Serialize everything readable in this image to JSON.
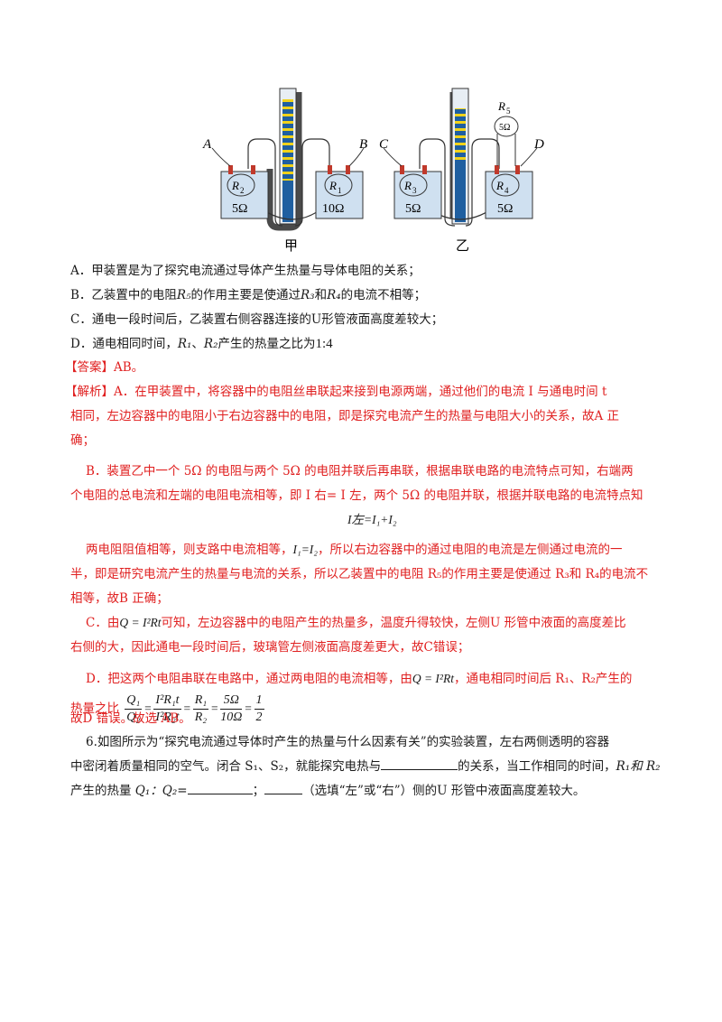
{
  "figure": {
    "left_apparatus_caption": "甲",
    "right_apparatus_caption": "乙",
    "labels": {
      "A": "A",
      "B": "B",
      "C": "C",
      "D": "D"
    },
    "resistors": {
      "r2": {
        "name": "R",
        "sub": "2",
        "value": "5Ω"
      },
      "r1": {
        "name": "R",
        "sub": "1",
        "value": "10Ω"
      },
      "r3": {
        "name": "R",
        "sub": "3",
        "value": "5Ω"
      },
      "r4": {
        "name": "R",
        "sub": "4",
        "value": "5Ω"
      },
      "r5": {
        "name": "R",
        "sub": "5",
        "value": "5Ω"
      }
    }
  },
  "options": {
    "a": "A．甲装置是为了探究电流通过导体产生热量与导体电阻的关系；",
    "b_prefix": "B．乙装置中的电阻",
    "b_r5": "R₅",
    "b_mid": "的作用主要是使通过",
    "b_r3": "R₃",
    "b_and": "和",
    "b_r4": "R₄",
    "b_suffix": "的电流不相等；",
    "c": "C．通电一段时间后，乙装置右侧容器连接的U形管液面高度差较大；",
    "d_prefix": "D．通电相同时间，",
    "d_r1": "R₁",
    "d_sep": "、",
    "d_r2": "R₂",
    "d_suffix": "产生的热量之比为",
    "d_ratio": "1:4"
  },
  "answer": {
    "label": "【答案】",
    "value": "AB。"
  },
  "analysis": {
    "label": "【解析】",
    "a_text_1": "A．在甲装置中，将容器中的电阻丝串联起来接到电源两端，通过他们的电流 I 与通电时间 t",
    "a_text_2": "相同，左边容器中的电阻小于右边容器中的电阻，即是探究电流产生的热量与电阻大小的关系，故A 正",
    "a_text_3": "确；",
    "b_text_1": "B．装置乙中一个 5Ω 的电阻与两个 5Ω 的电阻并联后再串联，根据串联电路的电流特点可知，右端两",
    "b_text_2": "个电阻的总电流和左端的电阻电流相等，即 I 右= I 左，两个 5Ω 的电阻并联，根据并联电路的电流特点知",
    "b_eq": "I左=I₁+I₂",
    "b_text_3a": "两电阻阻值相等，则支路中电流相等，",
    "b_eq2": "I₁=I₂",
    "b_text_3b": "，所以右边容器中的通过电阻的电流是左侧通过电流的一",
    "b_text_4": "半，即是研究电流产生的热量与电流的关系，所以乙装置中的电阻 R₅的作用主要是使通过 R₃和 R₄的电流不",
    "b_text_5": "相等，故B 正确；",
    "c_text_1a": "C．由",
    "c_eq": "Q = I²Rt",
    "c_text_1b": "可知，左边容器中的电阻产生的热量多，温度升得较快，左侧U 形管中液面的高度差比",
    "c_text_2": "右侧的大，因此通电一段时间后，玻璃管左侧液面高度差更大，故C错误；",
    "d_text_1a": "D．把这两个电阻串联在电路中，通过两电阻的电流相等，由",
    "d_eq": "Q = I²Rt",
    "d_text_1b": "，通电相同时间后 R₁、R₂产生的",
    "d_text_2": "热量之比",
    "d_frac": {
      "f1n": "Q₁",
      "f1d": "Q₂",
      "f2n": "I²R₁t",
      "f2d": "I²R₂t",
      "f3n": "R₁",
      "f3d": "R₂",
      "f4n": "5Ω",
      "f4d": "10Ω",
      "f5n": "1",
      "f5d": "2"
    },
    "conclusion": "故D 错误。故选 AB。"
  },
  "question6": {
    "line1": "6.如图所示为“探究电流通过导体时产生的热量与什么因素有关”的实验装置，左右两侧透明的容器",
    "line2a": "中密闭着质量相同的空气。闭合 S₁、S₂，就能探究电热与",
    "line2b": "的关系，当工作相同的时间，",
    "line2c": "R₁和 R₂",
    "line3a": "产生的热量 ",
    "line3b": "Q₁：Q₂=",
    "line3c": "；",
    "line3d": "（选填“左”或“右”）侧的U 形管中液面高度差较大。"
  }
}
